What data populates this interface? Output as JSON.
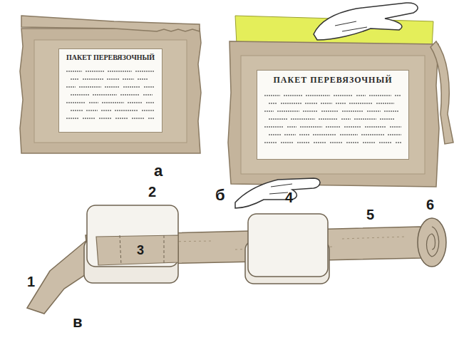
{
  "diagram": {
    "nodes": [
      {
        "text": [
          "ПАКЕТ ПЕРЕВЯЗОЧНЫЙ"
        ]
      },
      {
        "text": [
          "ПАКЕТ ПЕРЕВЯЗОЧНЫЙ"
        ]
      }
    ],
    "labels": [
      "а",
      "б",
      "2",
      "4",
      "6",
      "3",
      "1",
      "5",
      "в"
    ]
  }
}
